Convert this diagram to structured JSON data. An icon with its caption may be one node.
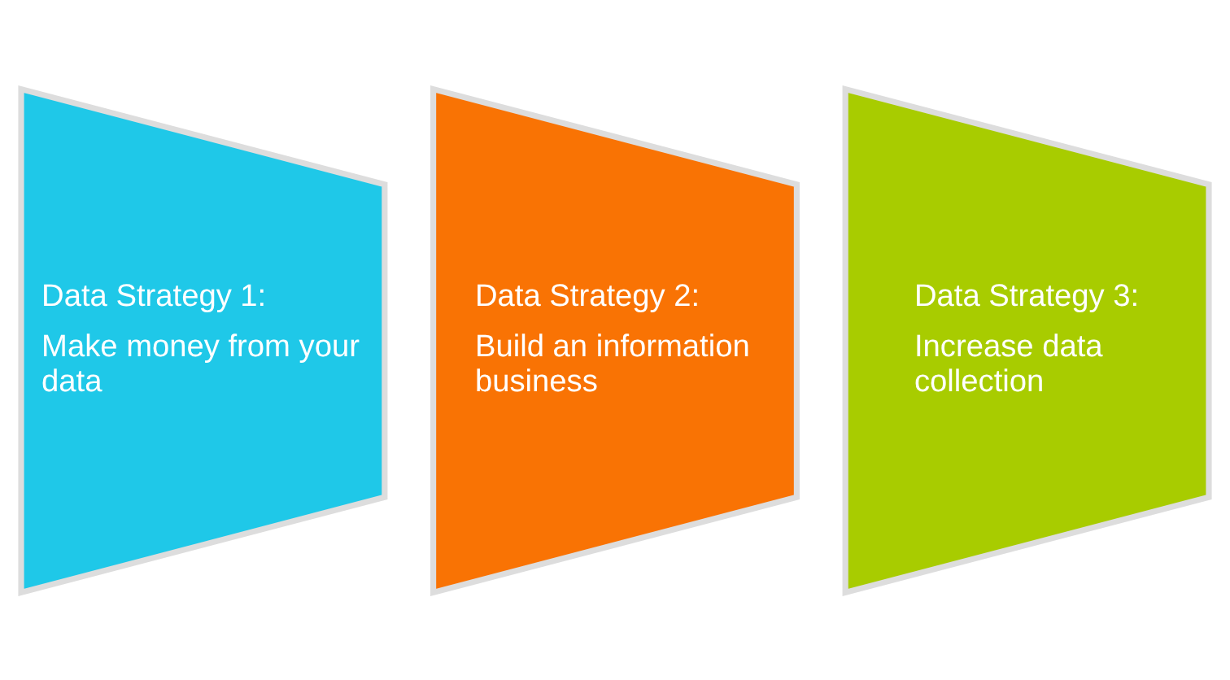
{
  "diagram": {
    "nodes": [
      {
        "text": [
          "Data Strategy 1:",
          "Make money from your data"
        ]
      },
      {
        "text": [
          "Data Strategy 2:",
          "Build an information business"
        ]
      },
      {
        "text": [
          "Data Strategy 3:",
          "Increase data collection"
        ]
      }
    ],
    "edges": []
  }
}
